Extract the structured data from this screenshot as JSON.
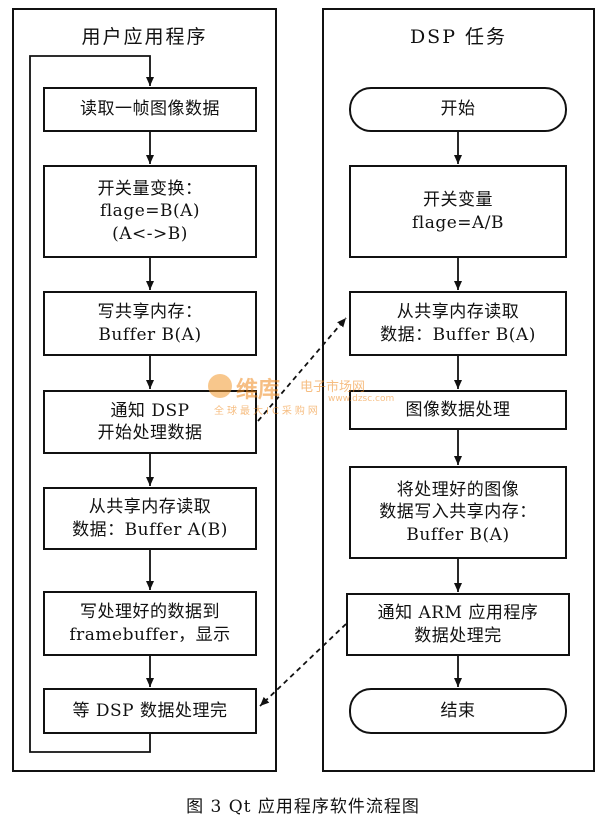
{
  "left_panel": {
    "title": "用户应用程序",
    "steps": [
      {
        "line1": "读取一帧图像数据"
      },
      {
        "line1": "开关量变换：",
        "line2": "flage=B(A)",
        "line3": "(A<->B)"
      },
      {
        "line1": "写共享内存：",
        "line2": "Buffer B(A)"
      },
      {
        "line1": "通知 DSP",
        "line2": "开始处理数据"
      },
      {
        "line1": "从共享内存读取",
        "line2": "数据：Buffer A(B)"
      },
      {
        "line1": "写处理好的数据到",
        "line2": "framebuffer，显示"
      },
      {
        "line1": "等 DSP 数据处理完"
      }
    ]
  },
  "right_panel": {
    "title": "DSP 任务",
    "steps": [
      {
        "line1": "开始"
      },
      {
        "line1": "开关变量",
        "line2": "flage=A/B"
      },
      {
        "line1": "从共享内存读取",
        "line2": "数据：Buffer B(A)"
      },
      {
        "line1": "图像数据处理"
      },
      {
        "line1": "将处理好的图像",
        "line2": "数据写入共享内存：",
        "line3": "Buffer B(A)"
      },
      {
        "line1": "通知 ARM 应用程序",
        "line2": "数据处理完"
      },
      {
        "line1": "结束"
      }
    ]
  },
  "watermark": {
    "name": "维库",
    "tagline": "电子市场网",
    "slogan": "全球最大IC采购网",
    "url": "www.dzsc.com"
  },
  "caption": "图 3  Qt 应用程序软件流程图"
}
